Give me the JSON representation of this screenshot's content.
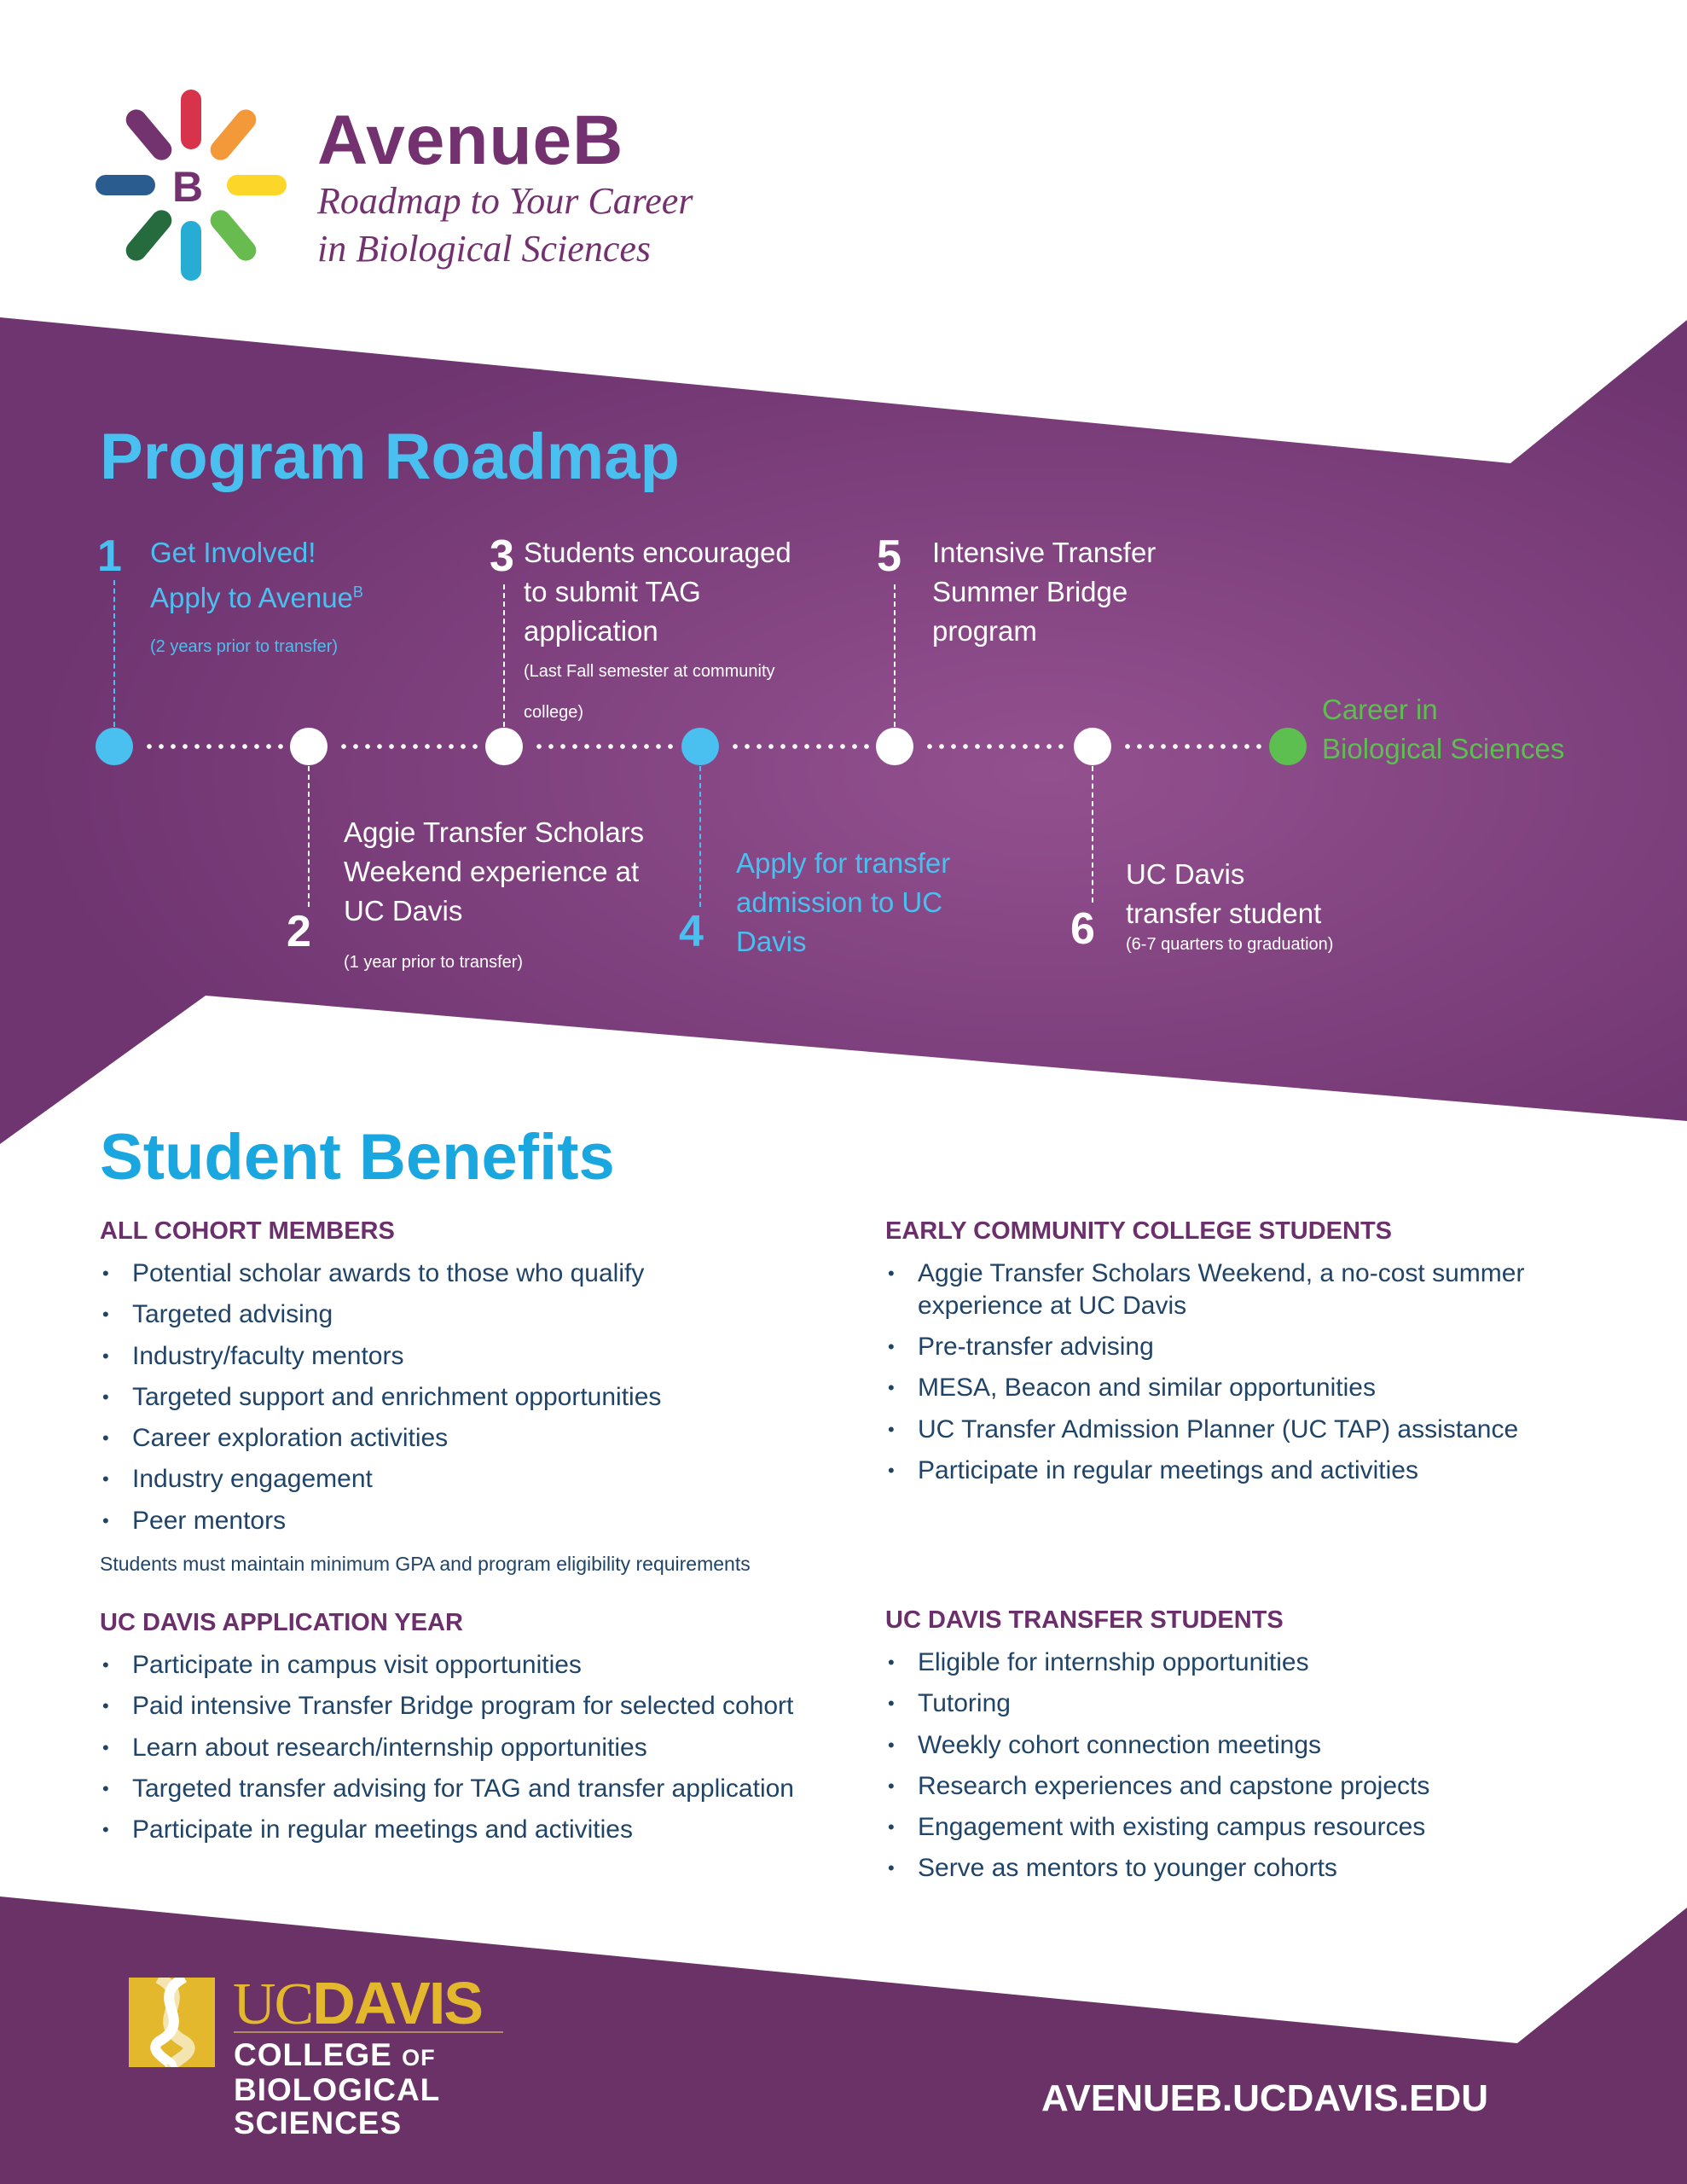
{
  "header": {
    "brand": "AvenueB",
    "logo_letter": "B",
    "tagline": [
      "Roadmap to Your Career",
      "in Biological Sciences"
    ]
  },
  "roadmap": {
    "title": "Program Roadmap",
    "steps": [
      {
        "number": "1",
        "lines": [
          "Get Involved!",
          "Apply to Avenue"
        ],
        "superscript": "B",
        "note": [
          "(2 years prior to transfer)"
        ]
      },
      {
        "number": "2",
        "lines": [
          "Aggie Transfer Scholars",
          "Weekend experience at",
          "UC Davis"
        ],
        "note": [
          "(1 year prior to transfer)"
        ]
      },
      {
        "number": "3",
        "lines": [
          "Students encouraged",
          "to submit TAG",
          "application"
        ],
        "note": [
          "(Last Fall semester at community",
          "college)"
        ]
      },
      {
        "number": "4",
        "lines": [
          "Apply for transfer",
          "admission to UC",
          "Davis"
        ]
      },
      {
        "number": "5",
        "lines": [
          "Intensive Transfer",
          "Summer Bridge",
          "program"
        ]
      },
      {
        "number": "6",
        "lines": [
          "UC Davis",
          "transfer student"
        ],
        "note": [
          "(6-7 quarters to graduation)"
        ]
      }
    ],
    "goal": [
      "Career in",
      "Biological Sciences"
    ],
    "colors": {
      "blue": "#49c0ef",
      "green": "#5cbf4f",
      "purple": "#77397a"
    }
  },
  "benefits": {
    "title": "Student Benefits",
    "all_cohort": {
      "heading": "ALL COHORT MEMBERS",
      "items": [
        "Potential scholar awards to those who qualify",
        "Targeted advising",
        "Industry/faculty mentors",
        "Targeted support and enrichment opportunities",
        "Career exploration activities",
        "Industry engagement",
        "Peer mentors"
      ],
      "note": "Students must maintain minimum GPA and program eligibility requirements"
    },
    "early": {
      "heading": "EARLY COMMUNITY COLLEGE STUDENTS",
      "items": [
        "Aggie Transfer Scholars Weekend, a no-cost summer experience at UC Davis",
        "Pre-transfer advising",
        "MESA, Beacon and similar opportunities",
        "UC Transfer Admission Planner (UC TAP) assistance",
        "Participate in regular meetings and activities"
      ]
    },
    "application_year": {
      "heading": "UC DAVIS APPLICATION YEAR",
      "items": [
        "Participate in campus visit opportunities",
        "Paid intensive Transfer Bridge program for selected cohort",
        "Learn about research/internship opportunities",
        "Targeted transfer advising for TAG and transfer application",
        "Participate in regular meetings and activities"
      ]
    },
    "transfer": {
      "heading": "UC DAVIS TRANSFER STUDENTS",
      "items": [
        "Eligible for internship opportunities",
        "Tutoring",
        "Weekly cohort connection meetings",
        "Research experiences and capstone projects",
        "Engagement with existing campus resources",
        "Serve as mentors to younger cohorts"
      ]
    }
  },
  "footer": {
    "uc": "UC",
    "davis": "DAVIS",
    "college": [
      "COLLEGE",
      "OF"
    ],
    "college_lines": [
      "BIOLOGICAL",
      "SCIENCES"
    ],
    "url": "AVENUEB.UCDAVIS.EDU"
  }
}
